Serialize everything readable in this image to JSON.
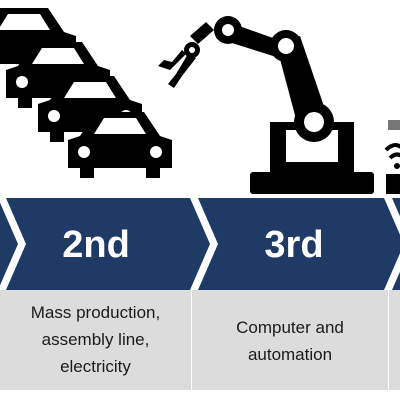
{
  "stages": [
    {
      "label": "2nd",
      "description_lines": [
        "Mass production,",
        "assembly line,",
        "electricity"
      ]
    },
    {
      "label": "3rd",
      "description_lines": [
        "Computer and",
        "automation"
      ]
    }
  ],
  "colors": {
    "band": "#1f3a64",
    "chevron_gap": "#ffffff",
    "cell": "#dcdcdc",
    "icon": "#000000"
  },
  "icons": [
    "car-icon",
    "robot-arm-icon",
    "wifi-icon"
  ]
}
